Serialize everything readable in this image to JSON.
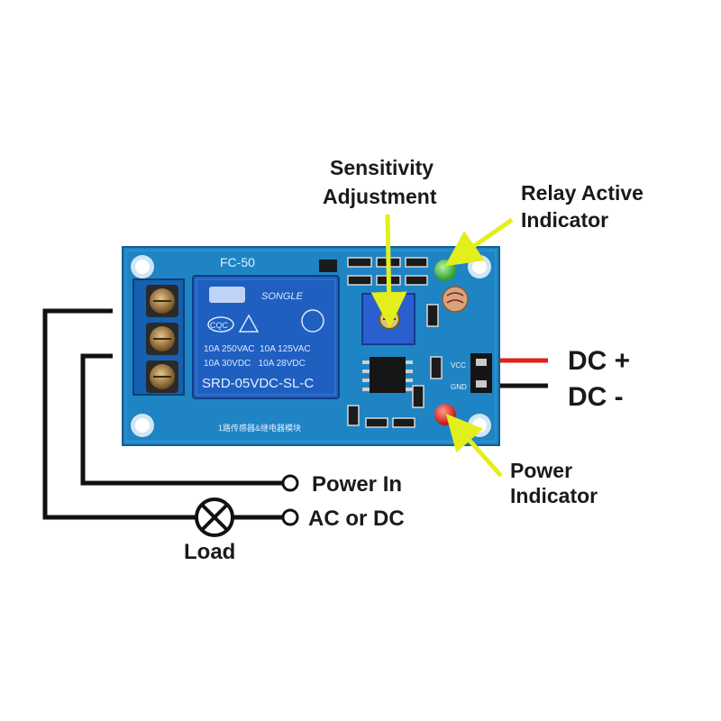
{
  "labels": {
    "sensitivity_line1": "Sensitivity",
    "sensitivity_line2": "Adjustment",
    "relay_active_line1": "Relay Active",
    "relay_active_line2": "Indicator",
    "power_indicator_line1": "Power",
    "power_indicator_line2": "Indicator",
    "dc_plus": "DC +",
    "dc_minus": "DC -",
    "power_in_line1": "Power In",
    "power_in_line2": "AC or DC",
    "load": "Load"
  },
  "board": {
    "model": "FC-50",
    "relay_brand": "SONGLE",
    "relay_model": "SRD-05VDC-SL-C",
    "relay_rating_1": "10A 250VAC  10A 125VAC",
    "relay_rating_2": "10A 30VDC   10A 28VDC",
    "relay_cert": "CQC",
    "pin_vcc": "VCC",
    "pin_gnd": "GND",
    "bottom_text": "1路传感器&继电器模块"
  },
  "colors": {
    "pcb": "#1f84c4",
    "relay": "#1f5fbf",
    "arrow": "#e3ef1c",
    "wire_red": "#e0201c",
    "wire_black": "#111111",
    "led_green": "#3fbf3f",
    "led_red": "#e01e1e"
  }
}
